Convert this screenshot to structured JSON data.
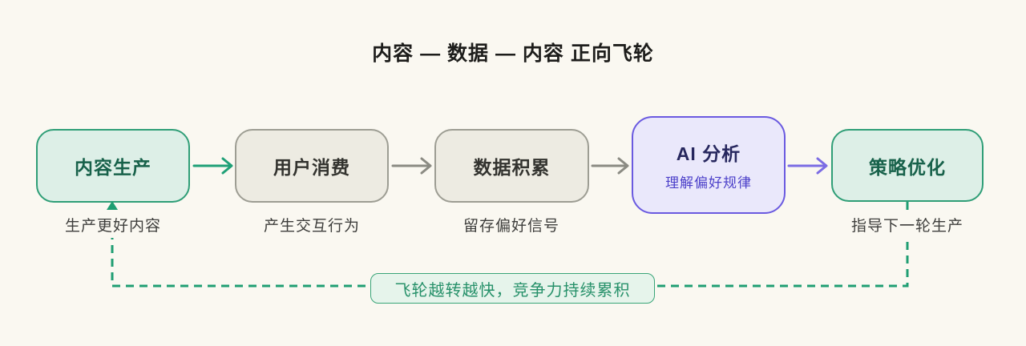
{
  "title": "内容 — 数据 — 内容 正向飞轮",
  "nodes": [
    {
      "id": "content-production",
      "label": "内容生产",
      "caption": "生产更好内容",
      "theme": "green"
    },
    {
      "id": "user-consumption",
      "label": "用户消费",
      "caption": "产生交互行为",
      "theme": "neutral"
    },
    {
      "id": "data-accumulation",
      "label": "数据积累",
      "caption": "留存偏好信号",
      "theme": "neutral"
    },
    {
      "id": "ai-analysis",
      "label": "AI 分析",
      "sublabel": "理解偏好规律",
      "theme": "purple"
    },
    {
      "id": "strategy-optimization",
      "label": "策略优化",
      "caption": "指导下一轮生产",
      "theme": "green"
    }
  ],
  "arrows": [
    {
      "from": "内容生产",
      "to": "用户消费",
      "color": "#1fa077"
    },
    {
      "from": "用户消费",
      "to": "数据积累",
      "color": "#8b8b83"
    },
    {
      "from": "数据积累",
      "to": "AI 分析",
      "color": "#8b8b83"
    },
    {
      "from": "AI 分析",
      "to": "策略优化",
      "color": "#7b6ce4"
    }
  ],
  "feedback_loop": {
    "label": "飞轮越转越快，竞争力持续累积",
    "from": "策略优化",
    "to": "内容生产",
    "line_color": "#1f9e72"
  },
  "colors": {
    "background": "#faf8f1",
    "green_fill": "#ddefe7",
    "green_border": "#2f9e77",
    "green_text": "#17614a",
    "neutral_fill": "#edebe2",
    "neutral_border": "#9d9d93",
    "neutral_text": "#33332f",
    "purple_fill": "#eae8fb",
    "purple_border": "#6a5ae0",
    "purple_title": "#27275e",
    "purple_subtitle": "#4b3fc9",
    "caption_text": "#3e3e3c",
    "pill_fill": "#e6f4eb",
    "pill_border": "#39a578",
    "pill_text": "#27916a"
  }
}
